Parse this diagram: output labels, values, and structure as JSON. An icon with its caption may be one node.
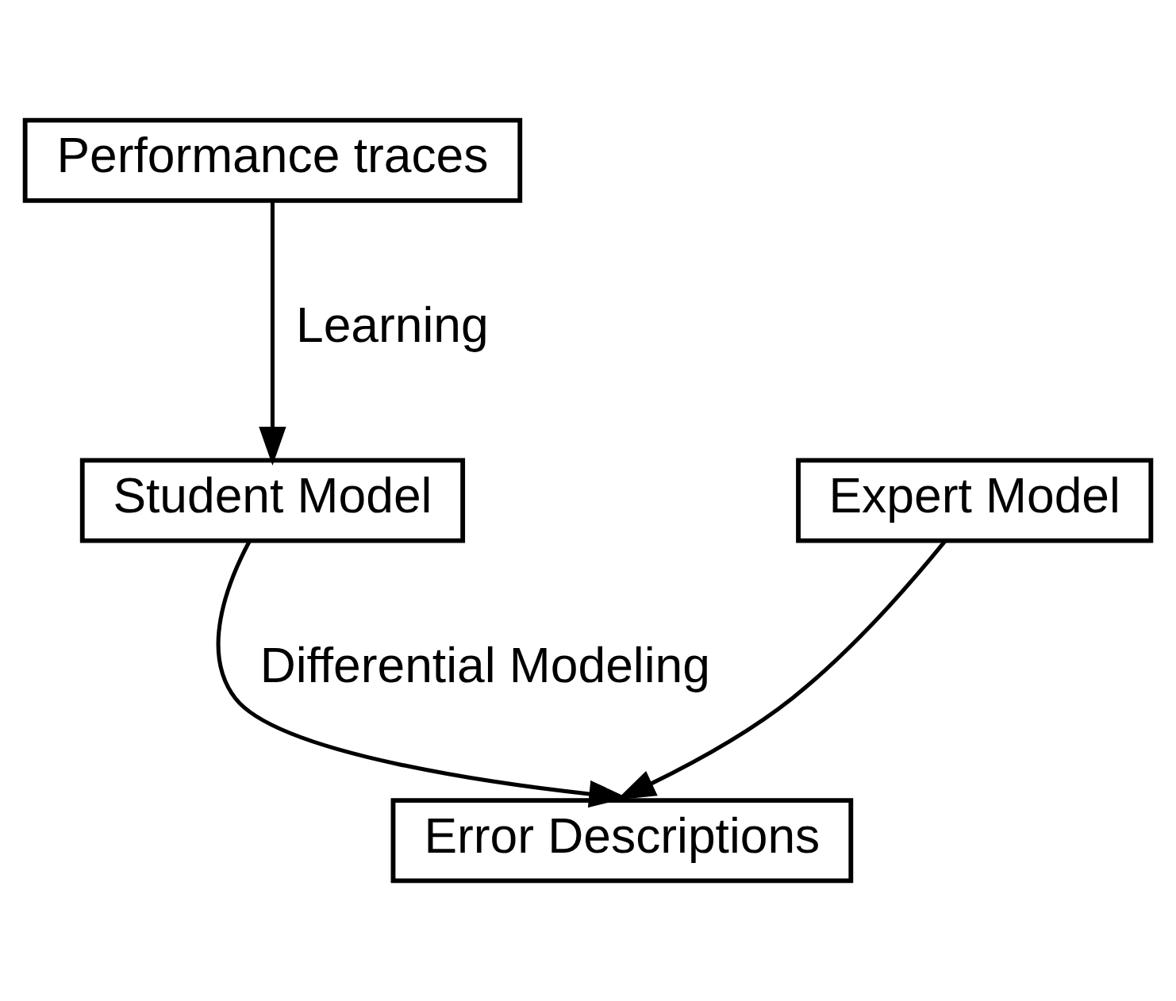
{
  "diagram": {
    "nodes": [
      {
        "text": [
          "Performance traces"
        ]
      },
      {
        "text": [
          "Student Model"
        ]
      },
      {
        "text": [
          "Expert Model"
        ]
      },
      {
        "text": [
          "Error Descriptions"
        ]
      }
    ],
    "edges": [
      {
        "from": 0,
        "to": 1,
        "arrow": "to",
        "label": "Learning"
      },
      {
        "from": 1,
        "to": 3,
        "arrow": "to",
        "label": "Differential Modeling"
      },
      {
        "from": 2,
        "to": 3,
        "arrow": "to"
      }
    ]
  }
}
